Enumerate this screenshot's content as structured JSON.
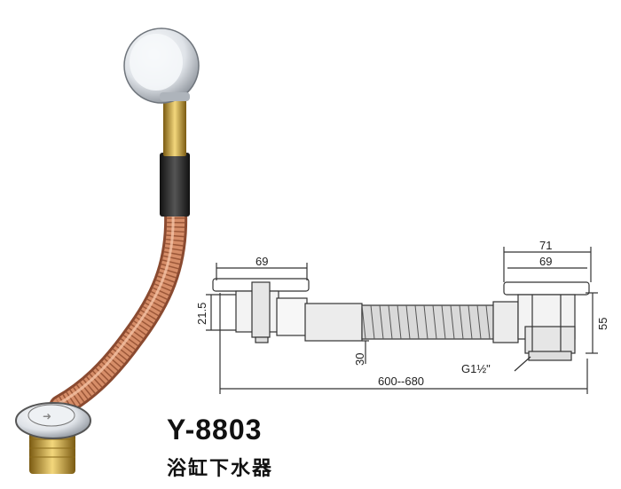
{
  "product": {
    "model": "Y-8803",
    "name": "浴缸下水器"
  },
  "drawing": {
    "dimensions": {
      "overflow_width": "69",
      "overflow_offset": "21.5",
      "pipe_diameter": "30",
      "total_length": "600--680",
      "drain_outer_width": "71",
      "drain_inner_width": "69",
      "drain_height": "55",
      "thread": "G1½\""
    }
  },
  "colors": {
    "copper": "#c77a55",
    "copper_dark": "#8a4a30",
    "chrome": "#dfe3e8",
    "brass": "#c9a23c",
    "rubber": "#222222",
    "line": "#333333"
  }
}
